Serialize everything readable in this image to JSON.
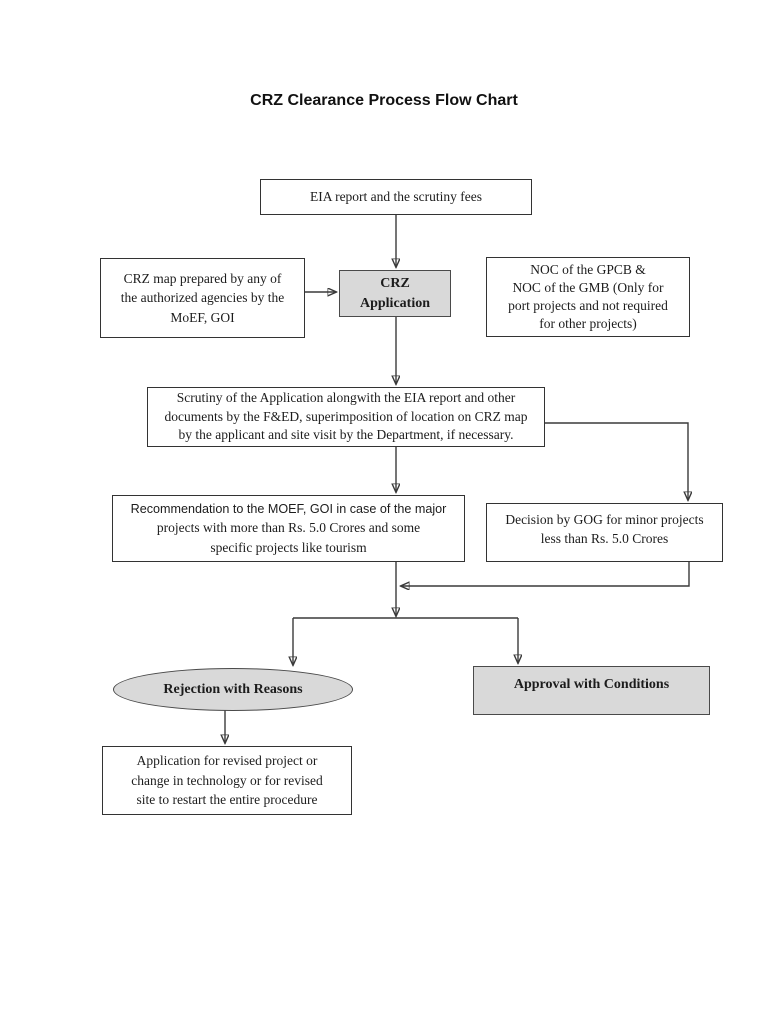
{
  "page": {
    "title": "CRZ Clearance Process Flow Chart"
  },
  "colors": {
    "highlight_node_fill": "#d9d9d9",
    "node_border": "#333333",
    "connector_line": "#3a3a3a",
    "page_background": "#ffffff"
  },
  "flowchart": {
    "nodes": {
      "eia": {
        "shape": "rect",
        "lines": [
          "EIA report and the scrutiny fees"
        ]
      },
      "crz_map": {
        "shape": "rect",
        "lines": [
          "CRZ map prepared by any of",
          "the authorized agencies by the",
          "MoEF, GOI"
        ]
      },
      "crz_application": {
        "shape": "rect-gray",
        "lines": [
          "CRZ",
          "Application"
        ]
      },
      "noc": {
        "shape": "rect",
        "lines": [
          "NOC of the GPCB &",
          "NOC of the GMB (Only for",
          "port projects and not required",
          "for other projects)"
        ]
      },
      "scrutiny": {
        "shape": "rect",
        "lines": [
          "Scrutiny of the Application alongwith the EIA report and other",
          "documents by the F&ED, superimposition of location on CRZ map",
          "by the applicant and site visit by the Department, if necessary."
        ]
      },
      "recommendation": {
        "shape": "rect",
        "lines": [
          "Recommendation to the MOEF, GOI in case of the major",
          "projects with more than Rs. 5.0 Crores and some",
          "specific projects like tourism"
        ]
      },
      "decision": {
        "shape": "rect",
        "lines": [
          "Decision by GOG for minor projects",
          "less than Rs. 5.0 Crores"
        ]
      },
      "rejection": {
        "shape": "ellipse-gray",
        "lines": [
          "Rejection with Reasons"
        ]
      },
      "approval": {
        "shape": "rect-gray",
        "lines": [
          "Approval with Conditions"
        ]
      },
      "revised": {
        "shape": "rect",
        "lines": [
          "Application for revised project or",
          "change in technology or for revised",
          "site to restart the entire procedure"
        ]
      }
    },
    "edges": [
      {
        "from": "eia",
        "to": "crz_application"
      },
      {
        "from": "crz_map",
        "to": "crz_application"
      },
      {
        "from": "crz_application",
        "to": "scrutiny"
      },
      {
        "from": "scrutiny",
        "to": "recommendation"
      },
      {
        "from": "scrutiny",
        "to": "decision"
      },
      {
        "from": "recommendation",
        "to": "merge-point"
      },
      {
        "from": "decision",
        "to": "merge-point"
      },
      {
        "from": "merge-point",
        "to": "rejection"
      },
      {
        "from": "merge-point",
        "to": "approval"
      },
      {
        "from": "rejection",
        "to": "revised"
      }
    ]
  }
}
